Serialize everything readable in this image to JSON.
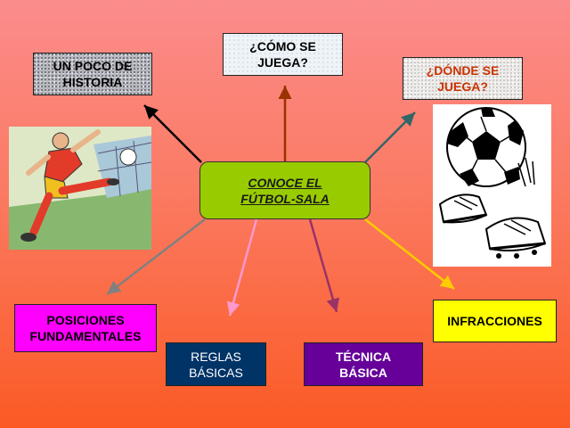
{
  "center": {
    "line1": "CONOCE EL",
    "line2": "FÚTBOL-SALA"
  },
  "nodes": {
    "historia": "UN POCO DE\nHISTORIA",
    "como": "¿CÓMO SE\nJUEGA?",
    "donde": "¿DÓNDE SE\nJUEGA?",
    "posiciones": "POSICIONES\nFUNDAMENTALES",
    "reglas": "REGLAS\nBÁSICAS",
    "tecnica": "TÉCNICA\nBÁSICA",
    "infracciones": "INFRACCIONES"
  },
  "colors": {
    "center_fill": "#99cc00",
    "posiciones_fill": "#ff00ff",
    "reglas_fill": "#003366",
    "tecnica_fill": "#660099",
    "infracciones_fill": "#ffff00",
    "donde_text": "#cc3300",
    "arrow_historia": "#000000",
    "arrow_como": "#993300",
    "arrow_donde": "#336666",
    "arrow_posiciones": "#808080",
    "arrow_reglas": "#ff99cc",
    "arrow_tecnica": "#993366",
    "arrow_infracciones": "#ffcc00"
  },
  "images": {
    "player": "soccer-player-kicking-illustration",
    "ball": "soccer-ball-and-boots-drawing"
  }
}
